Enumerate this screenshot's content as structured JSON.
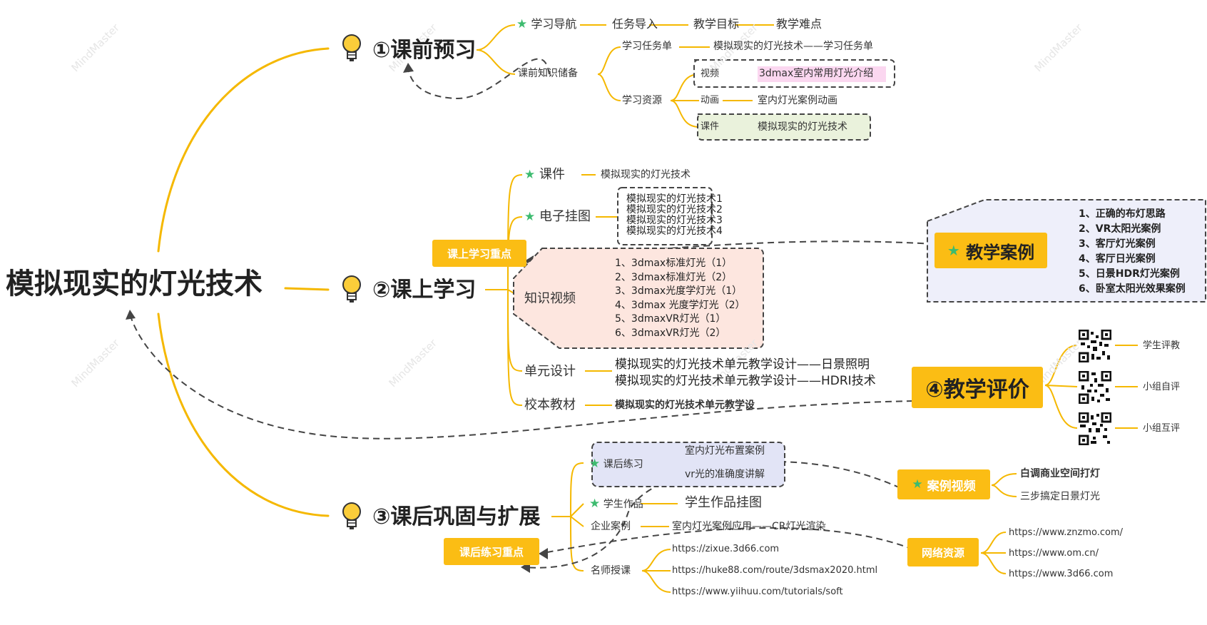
{
  "watermark": "MindMaster",
  "root": {
    "title": "模拟现实的灯光技术"
  },
  "sections": {
    "s1": {
      "title": "①课前预习"
    },
    "s2": {
      "title": "②课上学习"
    },
    "s3": {
      "title": "③课后巩固与扩展"
    },
    "s4": {
      "title": "④教学评价"
    }
  },
  "s1": {
    "nav": "学习导航",
    "task_intro": "任务导入",
    "goal": "教学目标",
    "difficulty": "教学难点",
    "reserve": "课前知识储备",
    "task_sheet": "学习任务单",
    "task_sheet_item": "模拟现实的灯光技术——学习任务单",
    "resources": "学习资源",
    "video": "视频",
    "video_item": "3dmax室内常用灯光介绍",
    "animation": "动画",
    "animation_item": "室内灯光案例动画",
    "courseware": "课件",
    "courseware_item": "模拟现实的灯光技术"
  },
  "s2": {
    "key_label": "课上学习重点",
    "courseware": "课件",
    "courseware_item": "模拟现实的灯光技术",
    "poster": "电子挂图",
    "poster_items": [
      "模拟现实的灯光技术1",
      "模拟现实的灯光技术2",
      "模拟现实的灯光技术3",
      "模拟现实的灯光技术4"
    ],
    "knowledge_video": "知识视频",
    "video_items": [
      "1、3dmax标准灯光（1）",
      "2、3dmax标准灯光（2）",
      "3、3dmax光度学灯光（1）",
      "4、3dmax 光度学灯光（2）",
      "5、3dmaxVR灯光（1）",
      "6、3dmaxVR灯光（2）"
    ],
    "unit_design": "单元设计",
    "unit_items": [
      "模拟现实的灯光技术单元教学设计——日景照明",
      "模拟现实的灯光技术单元教学设计——HDRI技术"
    ],
    "textbook": "校本教材",
    "textbook_item": "模拟现实的灯光技术单元教学设"
  },
  "cases": {
    "title": "教学案例",
    "items": [
      "1、正确的布灯思路",
      "2、VR太阳光案例",
      "3、客厅灯光案例",
      "4、客厅日光案例",
      "5、日景HDR灯光案例",
      "6、卧室太阳光效果案例"
    ]
  },
  "evaluation": {
    "items": [
      "学生评教",
      "小组自评",
      "小组互评"
    ]
  },
  "s3": {
    "practice": "课后练习",
    "practice_items": [
      "室内灯光布置案例",
      "vr光的准确度讲解"
    ],
    "works": "学生作品",
    "works_item": "学生作品挂图",
    "enterprise": "企业案例",
    "enterprise_item": "室内灯光案例应用——CR灯光渲染",
    "teacher": "名师授课",
    "teacher_items": [
      "https://zixue.3d66.com",
      "https://huke88.com/route/3dsmax2020.html",
      "https://www.yiihuu.com/tutorials/soft"
    ],
    "key_label": "课后练习重点"
  },
  "case_video": {
    "title": "案例视频",
    "items": [
      "白调商业空间打灯",
      "三步搞定日景灯光"
    ]
  },
  "net": {
    "title": "网络资源",
    "items": [
      "https://www.znzmo.com/",
      "https://www.om.cn/",
      "https://www.3d66.com"
    ]
  },
  "colors": {
    "branch": "#f5b800",
    "accent": "#fbbd14",
    "star": "#3dbb6f",
    "dash": "#444444"
  }
}
